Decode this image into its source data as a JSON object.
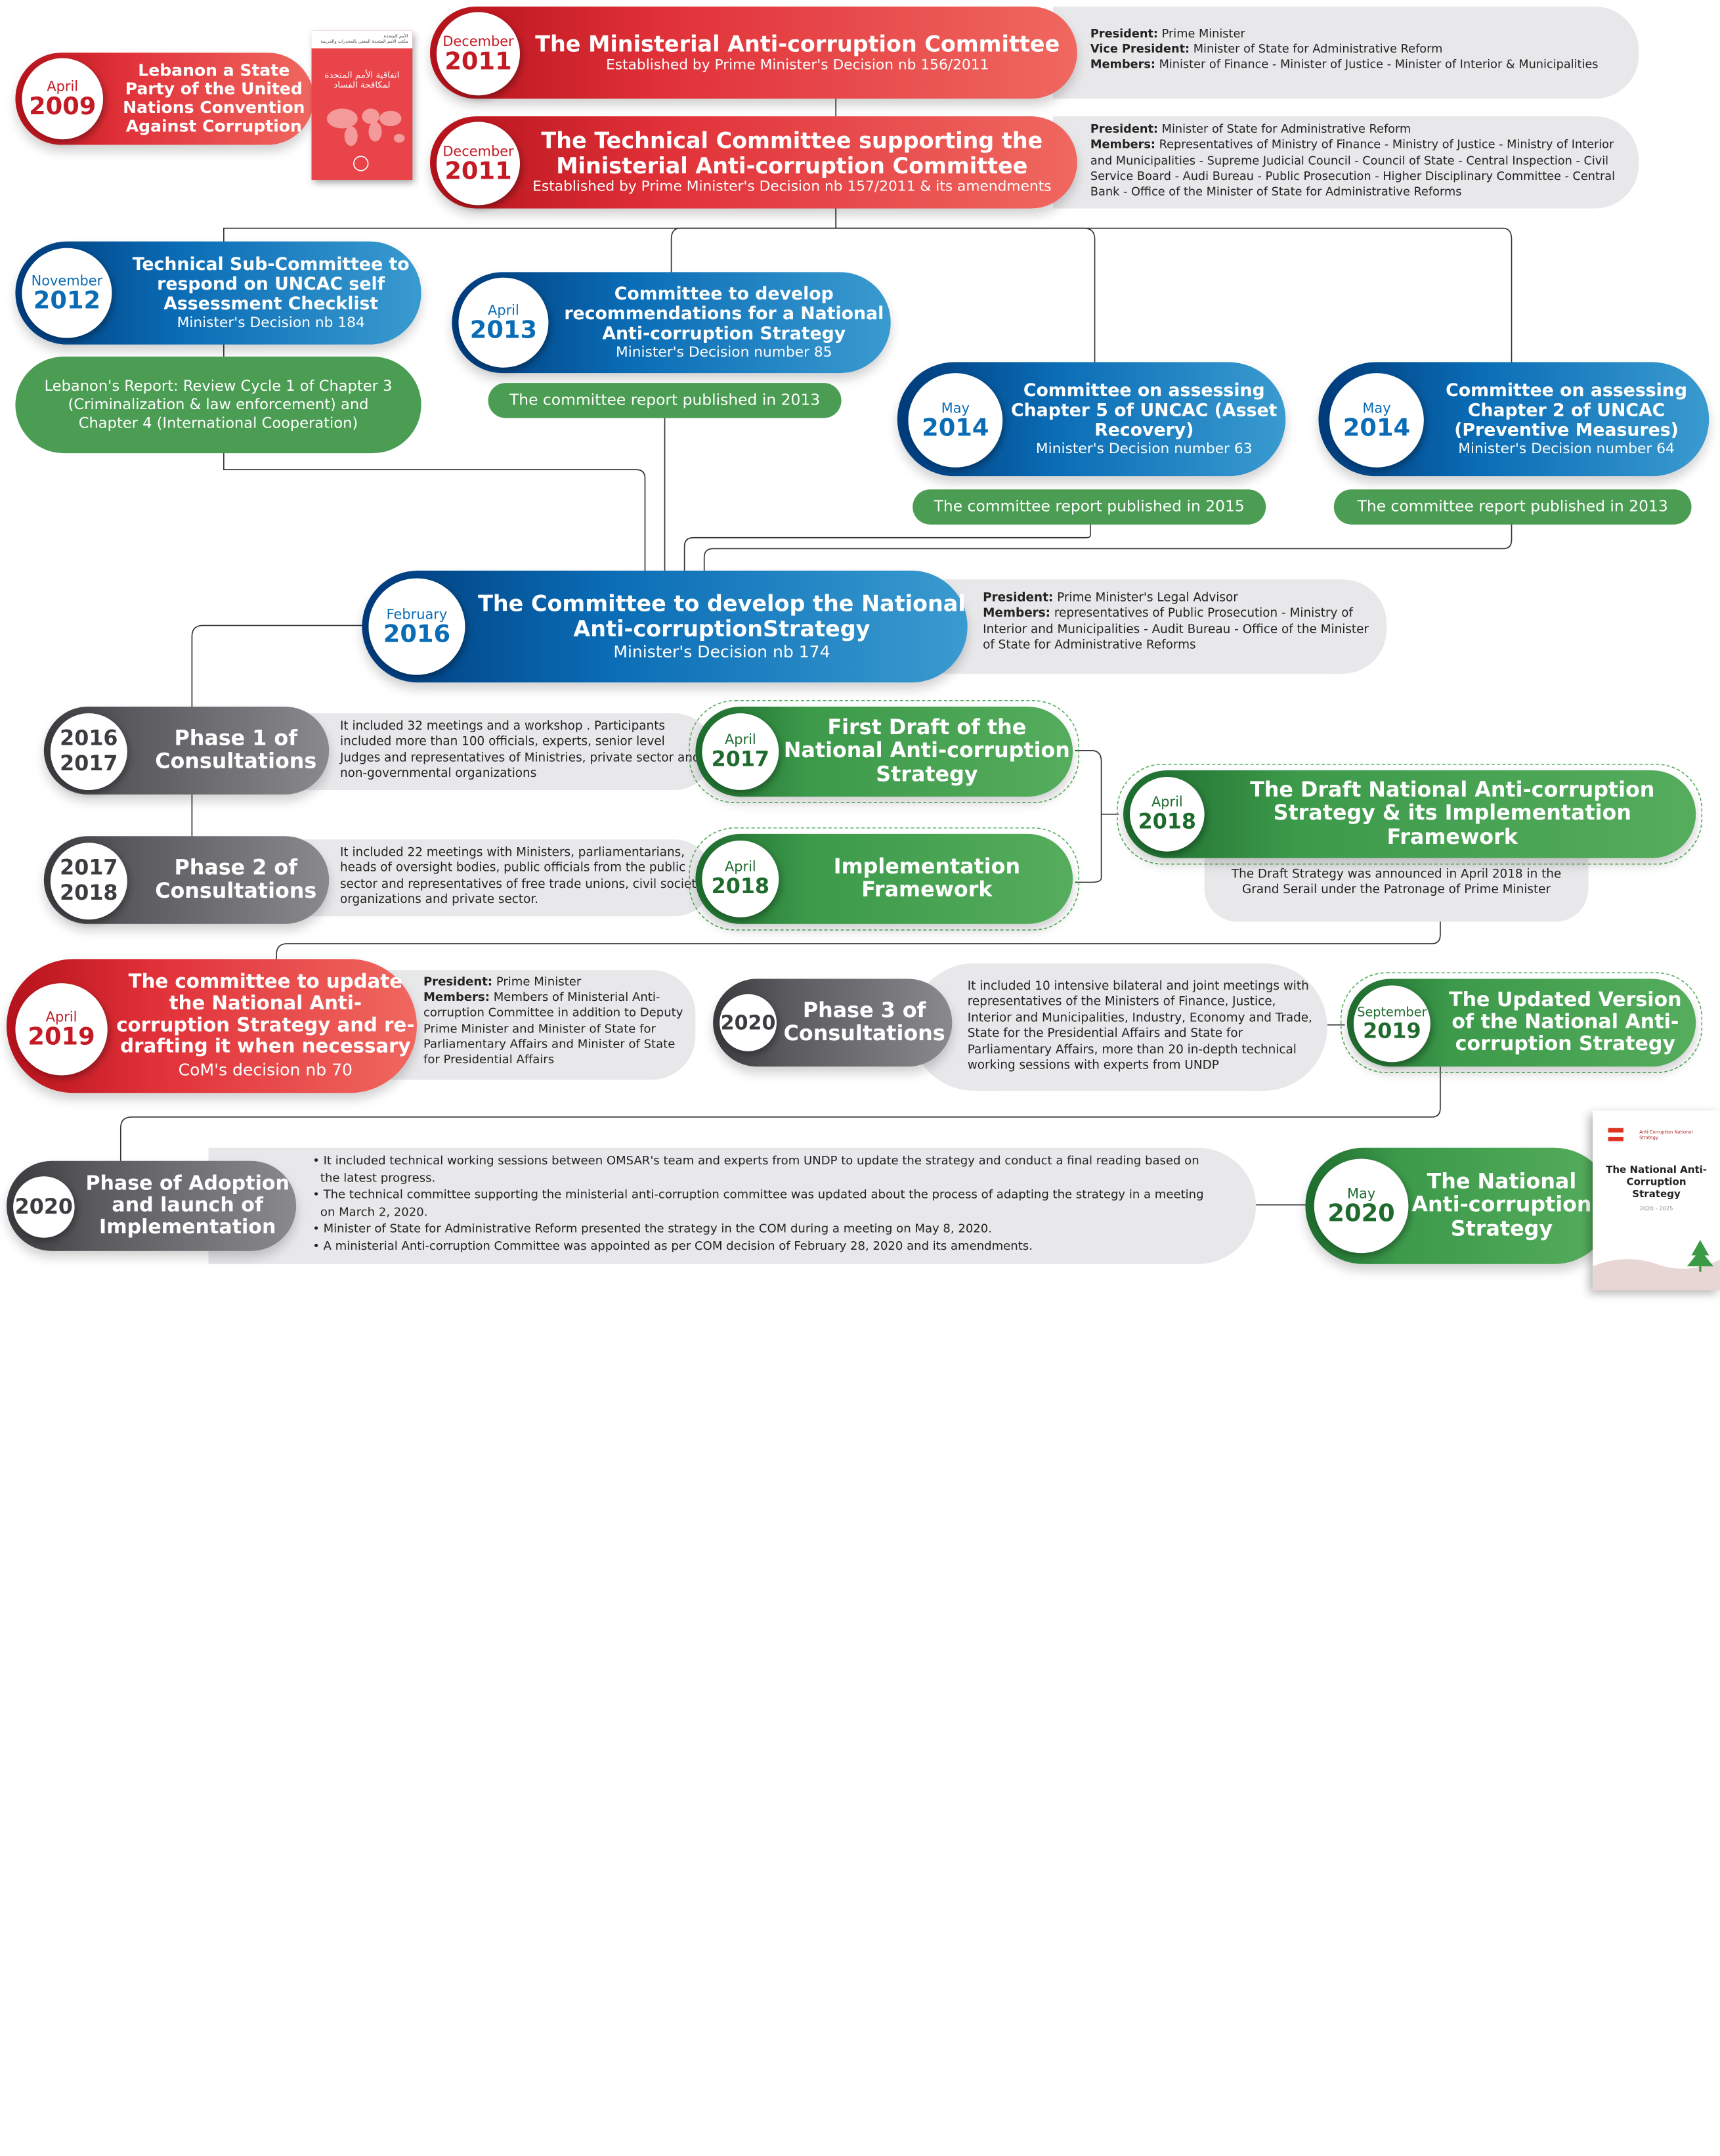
{
  "unca_book": {
    "title_ar": "اتفاقية الأمم المتحدة لمكافحة الفساد",
    "header_ar": "الأمم المتحدة\nمكتب الأمم المتحدة المعني بالمخدرات والجريمة"
  },
  "strategy_book": {
    "title": "The National Anti-Corruption Strategy",
    "years": "2020 - 2025",
    "logo_text": "Anti-Corruption National Strategy"
  },
  "nodes": {
    "unca": {
      "month": "April",
      "year": "2009",
      "title": "Lebanon a State Party of the United Nations Convention Against Corruption"
    },
    "mac": {
      "month": "December",
      "year": "2011",
      "title": "The Ministerial Anti-corruption Committee",
      "sub": "Established by Prime Minister's Decision nb 156/2011"
    },
    "tc": {
      "month": "December",
      "year": "2011",
      "title": "The Technical Committee supporting the Ministerial Anti-corruption Committee",
      "sub": "Established by Prime Minister's Decision nb 157/2011 & its amendments"
    },
    "tsc": {
      "month": "November",
      "year": "2012",
      "title": "Technical Sub-Committee to respond on UNCAC self Assessment Checklist",
      "sub": "Minister's Decision nb 184",
      "report": "Lebanon's Report: Review Cycle 1 of Chapter 3 (Criminalization & law enforcement) and Chapter 4 (International Cooperation)"
    },
    "rec": {
      "month": "April",
      "year": "2013",
      "title": "Committee to develop recommendations for a National Anti-corruption Strategy",
      "sub": "Minister's Decision number 85",
      "report": "The committee report published in 2013"
    },
    "ch5": {
      "month": "May",
      "year": "2014",
      "title": "Committee on assessing Chapter 5 of UNCAC (Asset Recovery)",
      "sub": "Minister's Decision number 63",
      "report": "The committee report published in 2015"
    },
    "ch2": {
      "month": "May",
      "year": "2014",
      "title": "Committee on assessing Chapter 2 of UNCAC (Preventive Measures)",
      "sub": "Minister's Decision number 64",
      "report": "The committee report published in 2013"
    },
    "dev": {
      "month": "February",
      "year": "2016",
      "title": "The Committee to develop the National Anti-corruptionStrategy",
      "sub": "Minister's Decision nb 174"
    },
    "p1": {
      "y1": "2016",
      "y2": "2017",
      "title": "Phase 1 of Consultations",
      "desc": "It included 32 meetings and a workshop . Participants included more than 100 officials, experts, senior level Judges and representatives of Ministries, private sector and non-governmental organizations"
    },
    "p2": {
      "y1": "2017",
      "y2": "2018",
      "title": "Phase 2 of Consultations",
      "desc": "It included 22 meetings with Ministers, parliamentarians, heads of oversight bodies, public officials from the public sector and representatives of free trade unions, civil society organizations and private sector."
    },
    "fd": {
      "month": "April",
      "year": "2017",
      "title": "First Draft of the National Anti-corruption Strategy"
    },
    "impl": {
      "month": "April",
      "year": "2018",
      "title": "Implementation Framework"
    },
    "draft": {
      "month": "April",
      "year": "2018",
      "title": "The Draft National Anti-corruption Strategy & its Implementation Framework",
      "note": "The Draft Strategy was announced in April 2018 in the Grand Serail under the Patronage of Prime Minister"
    },
    "upd": {
      "month": "April",
      "year": "2019",
      "title": "The committee to update the National Anti-corruption Strategy and re-drafting it when necessary",
      "sub": "CoM's decision nb 70"
    },
    "p3": {
      "year": "2020",
      "title": "Phase 3 of Consultations",
      "desc": "It included 10 intensive bilateral and joint meetings with representatives of the Ministers of Finance, Justice, Interior and Municipalities, Industry, Economy and Trade, State for the Presidential Affairs and State for Parliamentary Affairs, more than 20 in-depth technical working sessions with experts from UNDP"
    },
    "uv": {
      "month": "September",
      "year": "2019",
      "title": "The Updated Version of the National Anti-corruption Strategy"
    },
    "pa": {
      "year": "2020",
      "title": "Phase of Adoption and launch of Implementation"
    },
    "final": {
      "month": "May",
      "year": "2020",
      "title": "The National Anti-corruption Strategy"
    }
  },
  "info": {
    "mac": {
      "president_label": "President:",
      "president": "Prime Minister",
      "vp_label": "Vice President:",
      "vp": "Minister of State for Administrative Reform",
      "members_label": "Members:",
      "members": "Minister of Finance - Minister of Justice - Minister of Interior & Municipalities"
    },
    "tc": {
      "president_label": "President:",
      "president": "Minister of State for Administrative Reform",
      "members_label": "Members:",
      "members": "Representatives of Ministry of Finance - Ministry of Justice - Ministry of Interior and Municipalities - Supreme Judicial Council - Council of State - Central Inspection - Civil Service Board - Audi Bureau - Public Prosecution - Higher Disciplinary Committee - Central Bank - Office of the Minister of State for Administrative Reforms"
    },
    "dev": {
      "president_label": "President:",
      "president": "Prime Minister's Legal Advisor",
      "members_label": "Members:",
      "members": "representatives of Public Prosecution - Ministry of Interior and Municipalities - Audit Bureau - Office of the Minister of State for Administrative Reforms"
    },
    "upd": {
      "president_label": "President:",
      "president": "Prime Minister",
      "members_label": "Members:",
      "members": "Members of Ministerial Anti-corruption Committee in addition to Deputy Prime Minister and Minister of State for Parliamentary Affairs and Minister of State for Presidential Affairs"
    },
    "pa": [
      "It included technical working sessions between OMSAR's team and experts from UNDP to update the strategy and conduct a final reading based on the latest progress.",
      "The technical committee supporting the ministerial anti-corruption committee was updated about the process of adapting the strategy in a meeting on March 2, 2020.",
      "Minister of State for Administrative Reform presented the strategy in the COM during a meeting on May 8, 2020.",
      "A ministerial Anti-corruption Committee was appointed as per COM decision of February 28, 2020 and its amendments."
    ]
  }
}
